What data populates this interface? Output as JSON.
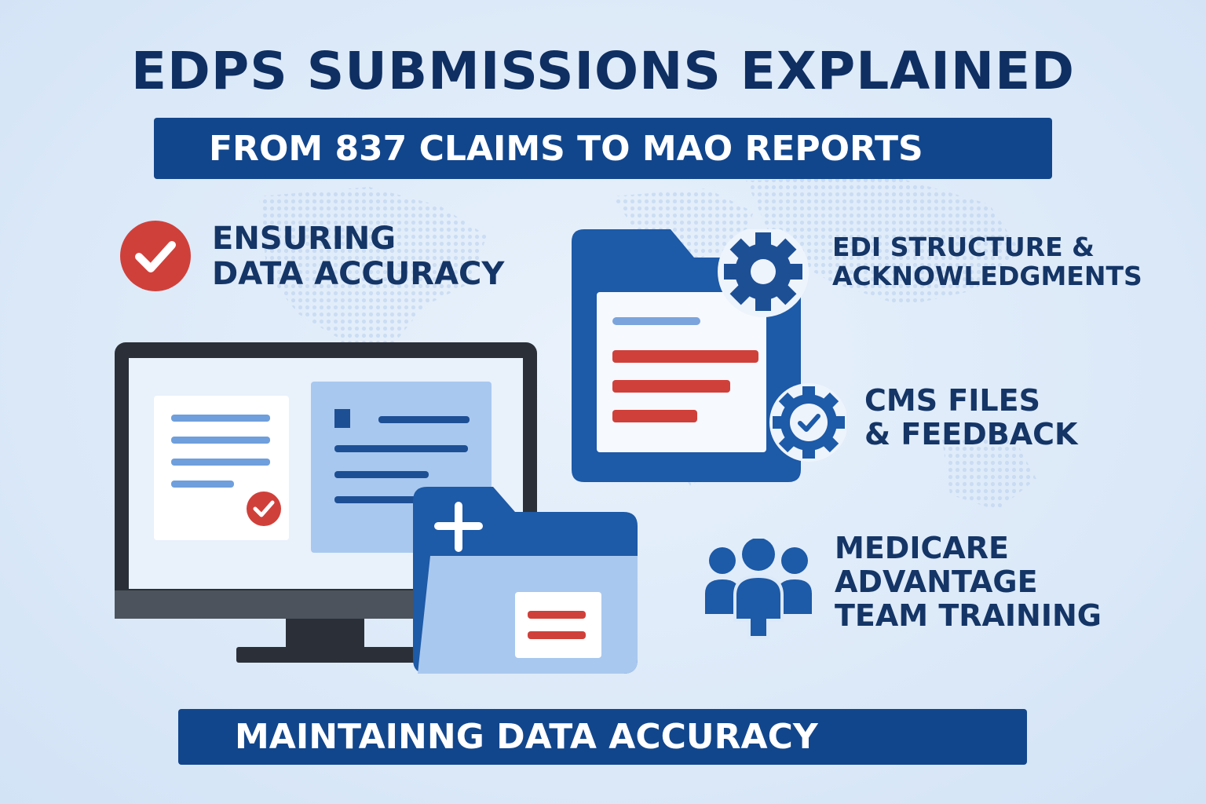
{
  "title": "EDPS SUBMISSIONS EXPLAINED",
  "subtitle": "FROM 837 CLAIMS TO MAO REPORTS",
  "items": {
    "accuracy": [
      "ENSURING",
      "DATA ACCURACY"
    ],
    "edi": [
      "EDI STRUCTURE &",
      "ACKNOWLEDGMENTS"
    ],
    "cms": [
      "CMS FILES",
      "& FEEDBACK"
    ],
    "training": [
      "MEDICARE",
      "ADVANTAGE",
      "TEAM TRAINING"
    ]
  },
  "footer": "MAINTAINNG DATA ACCURACY",
  "colors": {
    "navy": "#12468c",
    "dark_text": "#143566",
    "mid_blue": "#1d5aa7",
    "light_blue": "#a9c8ef",
    "accent_red": "#d0403a",
    "background": "#dce9f8"
  }
}
